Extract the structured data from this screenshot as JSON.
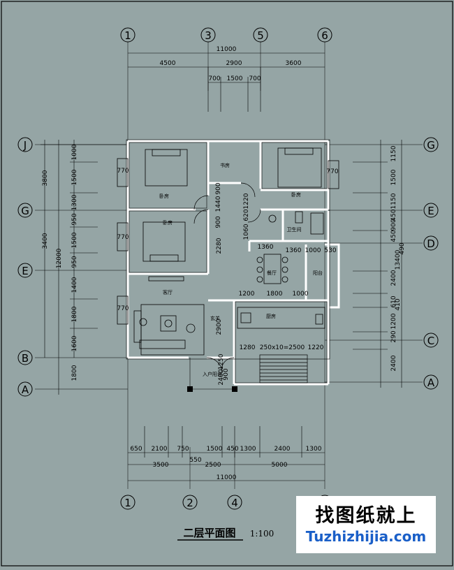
{
  "drawing": {
    "title": "二层平面图",
    "scale": "1:100",
    "colors": {
      "background": "#95a5a5",
      "line": "#000000",
      "wall": "#ffffff",
      "watermark_url": "#1a5fc8"
    }
  },
  "axes": {
    "top": [
      "1",
      "3",
      "5",
      "6"
    ],
    "bottom": [
      "1",
      "2",
      "4",
      "6"
    ],
    "left": [
      "J",
      "G",
      "E",
      "B",
      "A"
    ],
    "right": [
      "G",
      "E",
      "D",
      "C",
      "A"
    ]
  },
  "dims": {
    "top_total": "11000",
    "top_row2": [
      "4500",
      "2900",
      "3600"
    ],
    "top_row3": [
      "700",
      "1500",
      "700"
    ],
    "bottom_row1": [
      "650",
      "2100",
      "750",
      "1500",
      "450",
      "1300",
      "2400",
      "1300"
    ],
    "bottom_550": "550",
    "bottom_row2": [
      "3500",
      "2500",
      "5000"
    ],
    "bottom_total": "11000",
    "left_outer": [
      "3800",
      "3400",
      "12000"
    ],
    "left_inner": [
      "1000",
      "1500",
      "1300",
      "950",
      "1500",
      "950",
      "1400",
      "1800",
      "1600",
      "1800"
    ],
    "right_inner": [
      "1150",
      "1500",
      "1150",
      "450",
      "900",
      "450",
      "2400",
      "610",
      "1200",
      "290",
      "2400"
    ],
    "right_outer": [
      "13400",
      "410",
      "490"
    ],
    "interior": [
      "1360",
      "1360",
      "1000",
      "530",
      "1200",
      "1800",
      "1000",
      "1280",
      "250x10=2500",
      "1220",
      "2280",
      "2900",
      "900",
      "1440",
      "900",
      "1220",
      "1060",
      "620",
      "1250",
      "900",
      "2400",
      "770",
      "770",
      "770"
    ]
  },
  "rooms": [
    "卧房",
    "书房",
    "卧房",
    "卧房",
    "卫生间",
    "餐厅",
    "阳台",
    "客厅",
    "玄关",
    "厨房",
    "入户阳台"
  ],
  "watermark": {
    "chinese": "找图纸就上",
    "url": "Tuzhizhijia.com"
  }
}
